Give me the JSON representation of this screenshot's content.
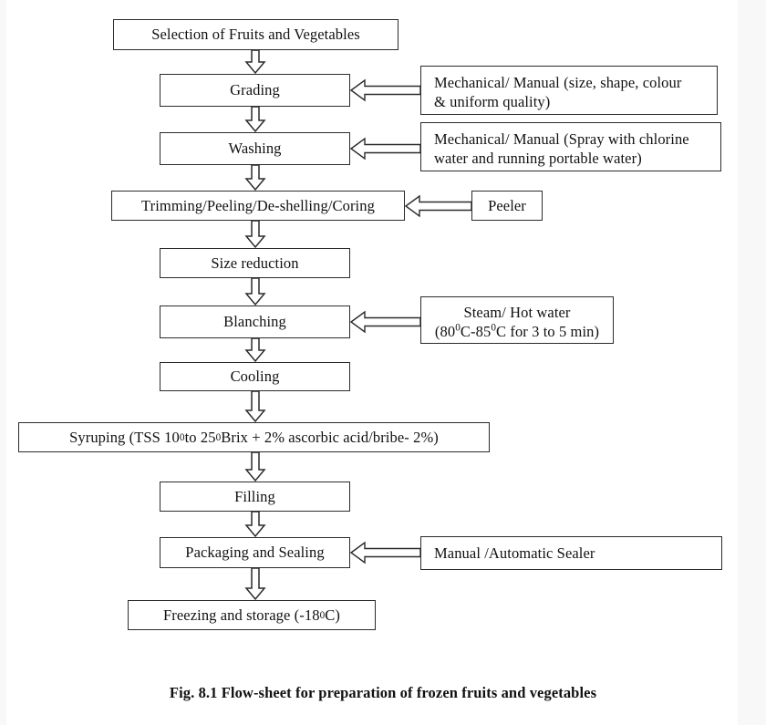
{
  "figure": {
    "caption": "Fig. 8.1 Flow-sheet for preparation of frozen fruits and vegetables"
  },
  "process_steps": [
    {
      "id": "selection",
      "label": "Selection of Fruits and Vegetables"
    },
    {
      "id": "grading",
      "label": "Grading"
    },
    {
      "id": "washing",
      "label": "Washing"
    },
    {
      "id": "trimming",
      "label": "Trimming/Peeling/De-shelling/Coring"
    },
    {
      "id": "size",
      "label": "Size reduction"
    },
    {
      "id": "blanching",
      "label": "Blanching"
    },
    {
      "id": "cooling",
      "label": "Cooling"
    },
    {
      "id": "syruping",
      "label": "Syruping (TSS 10⁰ to 25⁰ Brix + 2% ascorbic acid/bribe- 2%)"
    },
    {
      "id": "filling",
      "label": "Filling"
    },
    {
      "id": "packaging",
      "label": "Packaging and Sealing"
    },
    {
      "id": "freezing",
      "label": "Freezing and storage (-18⁰C)"
    }
  ],
  "annotations": [
    {
      "id": "grading-note",
      "target": "grading",
      "line1": "Mechanical/ Manual (size, shape, colour",
      "line2": "& uniform quality)"
    },
    {
      "id": "washing-note",
      "target": "washing",
      "line1": "Mechanical/ Manual (Spray with chlorine",
      "line2": "water and running portable water)"
    },
    {
      "id": "peeler-note",
      "target": "trimming",
      "line1": "Peeler",
      "line2": ""
    },
    {
      "id": "blanching-note",
      "target": "blanching",
      "line1": "Steam/ Hot water",
      "line2": "(80⁰C-85⁰C for 3 to 5 min)"
    },
    {
      "id": "sealer-note",
      "target": "packaging",
      "line1": "Manual /Automatic Sealer",
      "line2": ""
    }
  ],
  "flow_connectors": [
    {
      "from": "selection",
      "to": "grading",
      "direction": "down"
    },
    {
      "from": "grading",
      "to": "washing",
      "direction": "down"
    },
    {
      "from": "washing",
      "to": "trimming",
      "direction": "down"
    },
    {
      "from": "trimming",
      "to": "size",
      "direction": "down"
    },
    {
      "from": "size",
      "to": "blanching",
      "direction": "down"
    },
    {
      "from": "blanching",
      "to": "cooling",
      "direction": "down"
    },
    {
      "from": "cooling",
      "to": "syruping",
      "direction": "down"
    },
    {
      "from": "syruping",
      "to": "filling",
      "direction": "down"
    },
    {
      "from": "filling",
      "to": "packaging",
      "direction": "down"
    },
    {
      "from": "packaging",
      "to": "freezing",
      "direction": "down"
    }
  ],
  "annotation_connectors": [
    {
      "from": "grading-note",
      "to": "grading",
      "direction": "left"
    },
    {
      "from": "washing-note",
      "to": "washing",
      "direction": "left"
    },
    {
      "from": "peeler-note",
      "to": "trimming",
      "direction": "left"
    },
    {
      "from": "blanching-note",
      "to": "blanching",
      "direction": "left"
    },
    {
      "from": "sealer-note",
      "to": "packaging",
      "direction": "left"
    }
  ],
  "style": {
    "stroke": "#2b2b2b",
    "fill": "#ffffff",
    "page_background": "#ffffff"
  }
}
